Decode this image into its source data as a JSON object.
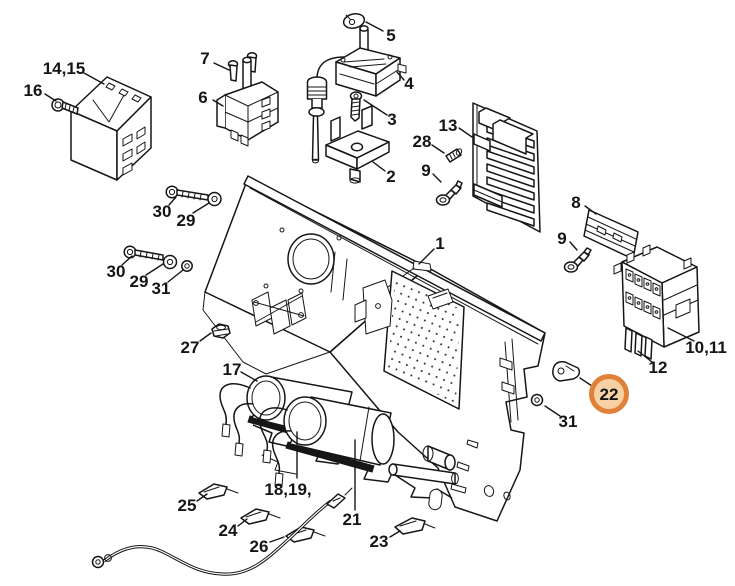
{
  "diagram": {
    "figure_type": "exploded-parts-diagram",
    "background": "#ffffff",
    "line_color": "#161616",
    "highlight": {
      "ring_color": "#e0813a",
      "fill_color": "#f7d1a4",
      "text_color": "#4e3a28"
    }
  },
  "callouts": [
    {
      "text": "14,15"
    },
    {
      "text": "16"
    },
    {
      "text": "7"
    },
    {
      "text": "6"
    },
    {
      "text": "5"
    },
    {
      "text": "4"
    },
    {
      "text": "3"
    },
    {
      "text": "2"
    },
    {
      "text": "13"
    },
    {
      "text": "28"
    },
    {
      "text": "9"
    },
    {
      "text": "1"
    },
    {
      "text": "8"
    },
    {
      "text": "9"
    },
    {
      "text": "10,11"
    },
    {
      "text": "12"
    },
    {
      "text": "30"
    },
    {
      "text": "29"
    },
    {
      "text": "30"
    },
    {
      "text": "29"
    },
    {
      "text": "31"
    },
    {
      "text": "27"
    },
    {
      "text": "17"
    },
    {
      "text": "18,19,"
    },
    {
      "text": "21"
    },
    {
      "text": "25"
    },
    {
      "text": "24"
    },
    {
      "text": "26"
    },
    {
      "text": "23"
    },
    {
      "text": "22"
    },
    {
      "text": "31"
    }
  ]
}
